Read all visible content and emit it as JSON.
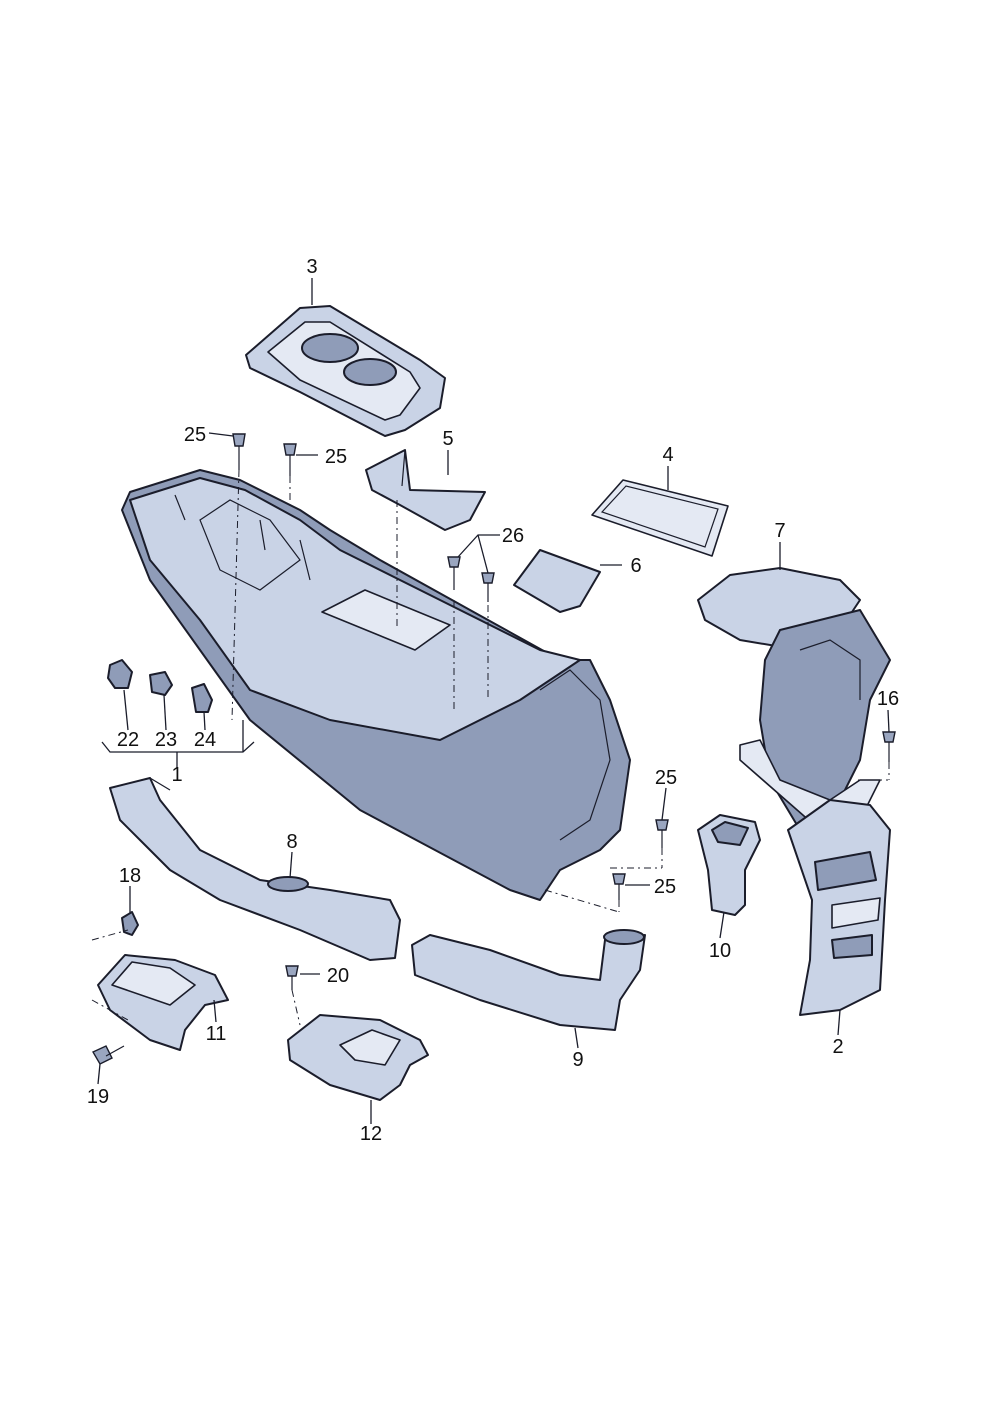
{
  "callouts": [
    {
      "id": "c3",
      "text": "3"
    },
    {
      "id": "c25a",
      "text": "25"
    },
    {
      "id": "c25b",
      "text": "25"
    },
    {
      "id": "c5",
      "text": "5"
    },
    {
      "id": "c4",
      "text": "4"
    },
    {
      "id": "c26",
      "text": "26"
    },
    {
      "id": "c6",
      "text": "6"
    },
    {
      "id": "c7",
      "text": "7"
    },
    {
      "id": "c16",
      "text": "16"
    },
    {
      "id": "c22",
      "text": "22"
    },
    {
      "id": "c23",
      "text": "23"
    },
    {
      "id": "c24",
      "text": "24"
    },
    {
      "id": "c1",
      "text": "1"
    },
    {
      "id": "c25c",
      "text": "25"
    },
    {
      "id": "c25d",
      "text": "25"
    },
    {
      "id": "c8",
      "text": "8"
    },
    {
      "id": "c18",
      "text": "18"
    },
    {
      "id": "c10",
      "text": "10"
    },
    {
      "id": "c2",
      "text": "2"
    },
    {
      "id": "c20",
      "text": "20"
    },
    {
      "id": "c11",
      "text": "11"
    },
    {
      "id": "c9",
      "text": "9"
    },
    {
      "id": "c19",
      "text": "19"
    },
    {
      "id": "c12",
      "text": "12"
    }
  ],
  "colors": {
    "part_fill": "#c9d3e6",
    "part_shadow": "#8f9cb8",
    "line": "#1b1d2b"
  }
}
